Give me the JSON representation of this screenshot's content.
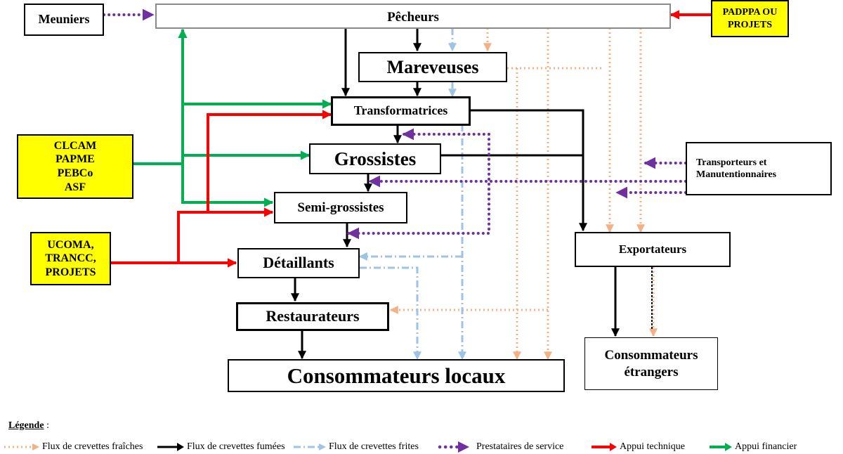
{
  "nodes": {
    "pecheurs": "Pêcheurs",
    "meuniers": "Meuniers",
    "padppa": "PADPPA OU\nPROJETS",
    "mareveuses": "Mareveuses",
    "transformatrices": "Transformatrices",
    "clcam": "CLCAM\nPAPME\nPEBCo\nASF",
    "grossistes": "Grossistes",
    "transporteurs": "Transporteurs et\nManutentionnaires",
    "semi_grossistes": "Semi-grossistes",
    "ucoma": "UCOMA,\nTRANCC,\nPROJETS",
    "detaillants": "Détaillants",
    "exportateurs": "Exportateurs",
    "restaurateurs": "Restaurateurs",
    "consommateurs_locaux": "Consommateurs locaux",
    "consommateurs_etrangers": "Consommateurs\nétrangers"
  },
  "legend": {
    "title": "Légende",
    "title_suffix": " :",
    "items": [
      {
        "label": "Flux de crevettes fraîches",
        "color": "#f4b183",
        "style": "dotted"
      },
      {
        "label": "Flux de crevettes fumées",
        "color": "#000000",
        "style": "solid"
      },
      {
        "label": "Flux de crevettes frites",
        "color": "#9dc3e6",
        "style": "dashdot"
      },
      {
        "label": "Prestataires de service",
        "color": "#7030a0",
        "style": "bigdot"
      },
      {
        "label": "Appui technique",
        "color": "#ff0000",
        "style": "solid-thick"
      },
      {
        "label": "Appui financier",
        "color": "#00b050",
        "style": "solid-thick"
      }
    ]
  },
  "colors": {
    "fresh": "#f4b183",
    "smoked": "#000000",
    "fried": "#9dc3e6",
    "service": "#7030a0",
    "technical": "#ff0000",
    "financial": "#00b050",
    "highlight_box": "#ffff00"
  }
}
